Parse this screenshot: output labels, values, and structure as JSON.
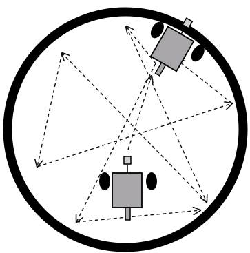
{
  "diagram": {
    "arena": "circular-boundary",
    "robots": [
      {
        "id": "robot-start",
        "body_color": "#a9a7ab",
        "wheel_color": "#000000"
      },
      {
        "id": "robot-current",
        "body_color": "#a9a7ab",
        "wheel_color": "#000000"
      }
    ],
    "path": {
      "style": "dashed-arrows",
      "segment_count": 12
    },
    "colors": {
      "boundary": "#000000",
      "path": "#111111",
      "robot_body": "#a9a7ab",
      "sensor": "#cfcfcf",
      "background": "#ffffff"
    }
  }
}
